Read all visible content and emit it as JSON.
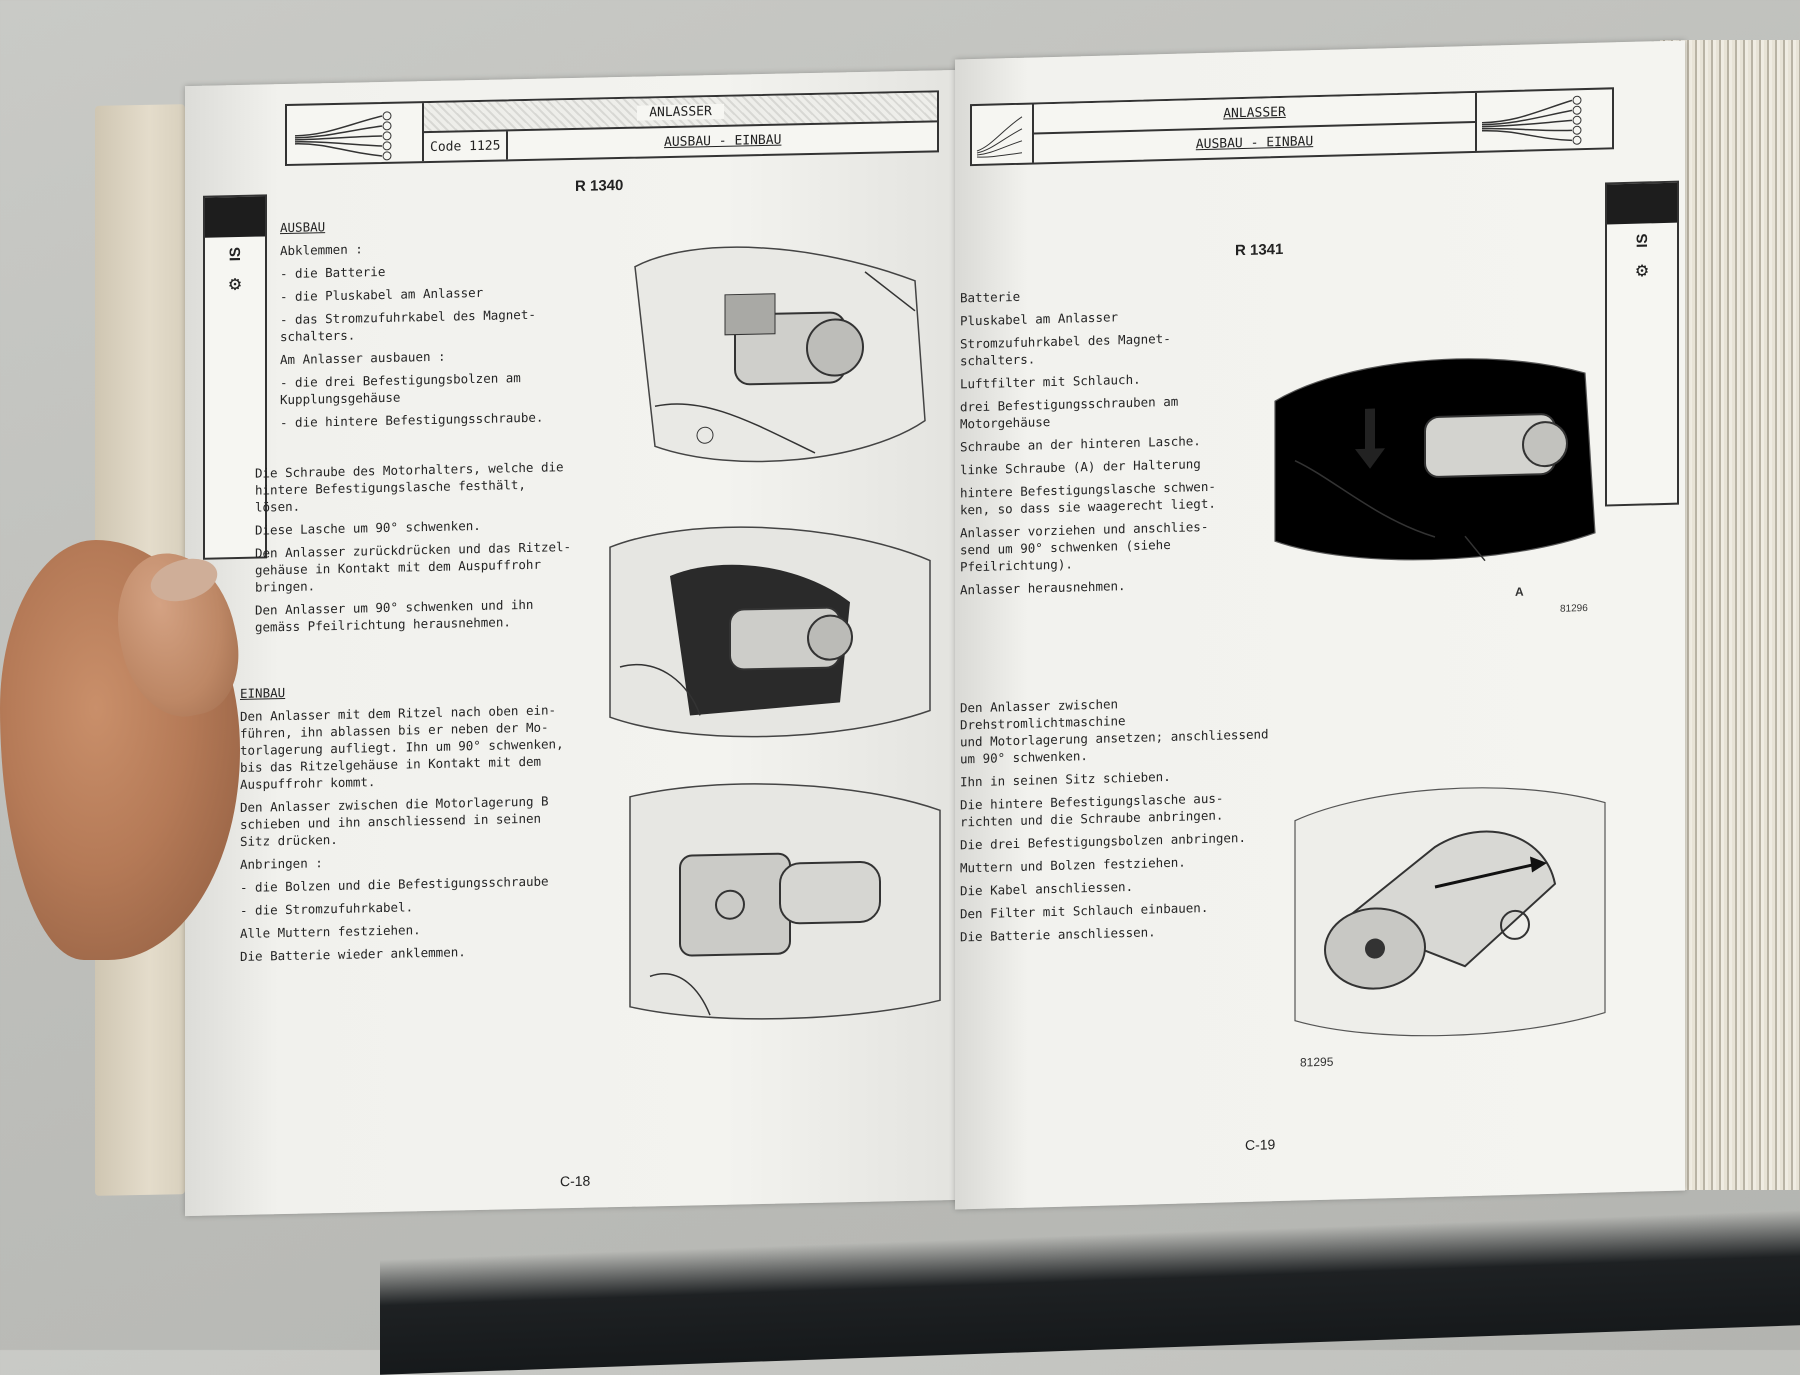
{
  "left_page": {
    "header": {
      "title": "ANLASSER",
      "code": "Code 1125",
      "subtitle": "AUSBAU - EINBAU"
    },
    "ref": "R 1340",
    "tab_label": "IS",
    "text": [
      {
        "t": "AUSBAU",
        "u": true
      },
      {
        "t": "Abklemmen :"
      },
      {
        "t": "- die Batterie"
      },
      {
        "t": "- die Pluskabel am Anlasser"
      },
      {
        "t": "- das Stromzufuhrkabel des Magnet-\n  schalters."
      },
      {
        "t": "Am Anlasser ausbauen :"
      },
      {
        "t": "- die drei Befestigungsbolzen am\n  Kupplungsgehäuse"
      },
      {
        "t": "- die hintere Befestigungsschraube."
      }
    ],
    "text2": [
      {
        "t": "Die Schraube des Motorhalters, welche die\nhintere Befestigungslasche festhält,\nlösen."
      },
      {
        "t": "Diese Lasche um 90° schwenken."
      },
      {
        "t": "Den Anlasser zurückdrücken und das Ritzel-\ngehäuse in Kontakt mit dem Auspuffrohr\nbringen."
      },
      {
        "t": "Den Anlasser um 90° schwenken und ihn\ngemäss Pfeilrichtung herausnehmen."
      }
    ],
    "text3": [
      {
        "t": "EINBAU",
        "u": true
      },
      {
        "t": "Den Anlasser mit dem Ritzel nach oben ein-\nführen, ihn ablassen bis er neben der Mo-\ntorlagerung aufliegt. Ihn um 90° schwenken,\nbis das Ritzelgehäuse in Kontakt mit dem\nAuspuffrohr kommt."
      },
      {
        "t": "Den Anlasser zwischen die Motorlagerung B\nschieben und ihn anschliessend in seinen\nSitz drücken."
      },
      {
        "t": "Anbringen :"
      },
      {
        "t": "- die Bolzen und die Befestigungsschraube"
      },
      {
        "t": "- die Stromzufuhrkabel."
      },
      {
        "t": "Alle Muttern festziehen."
      },
      {
        "t": "Die Batterie wieder anklemmen."
      }
    ],
    "page_number": "C-18"
  },
  "right_page": {
    "header": {
      "title": "ANLASSER",
      "subtitle": "AUSBAU - EINBAU"
    },
    "ref": "R 1341",
    "tab_label": "IS",
    "text": [
      {
        "t": "Batterie"
      },
      {
        "t": "Pluskabel am Anlasser"
      },
      {
        "t": "Stromzufuhrkabel des Magnet-\nschalters."
      },
      {
        "t": "Luftfilter mit Schlauch."
      },
      {
        "t": "drei Befestigungsschrauben am\nMotorgehäuse"
      },
      {
        "t": "Schraube an der hinteren Lasche."
      },
      {
        "t": "linke Schraube (A) der Halterung"
      },
      {
        "t": "hintere Befestigungslasche schwen-\nken, so dass sie waagerecht liegt."
      },
      {
        "t": "Anlasser vorziehen und anschlies-\nsend um 90° schwenken (siehe Pfeilrichtung)."
      },
      {
        "t": "Anlasser herausnehmen."
      }
    ],
    "text2": [
      {
        "t": "Den Anlasser zwischen Drehstromlichtmaschine\nund Motorlagerung ansetzen; anschliessend\num 90° schwenken."
      },
      {
        "t": "Ihn in seinen Sitz schieben."
      },
      {
        "t": "Die hintere Befestigungslasche aus-\nrichten und die Schraube anbringen."
      },
      {
        "t": "Die drei Befestigungsbolzen anbringen."
      },
      {
        "t": "Muttern und Bolzen festziehen."
      },
      {
        "t": "Die Kabel anschliessen."
      },
      {
        "t": "Den Filter mit Schlauch einbauen."
      },
      {
        "t": "Die Batterie anschliessen."
      }
    ],
    "fig_numbers": [
      "81296",
      "81295"
    ],
    "fig_label": "A",
    "page_number": "C-19"
  }
}
